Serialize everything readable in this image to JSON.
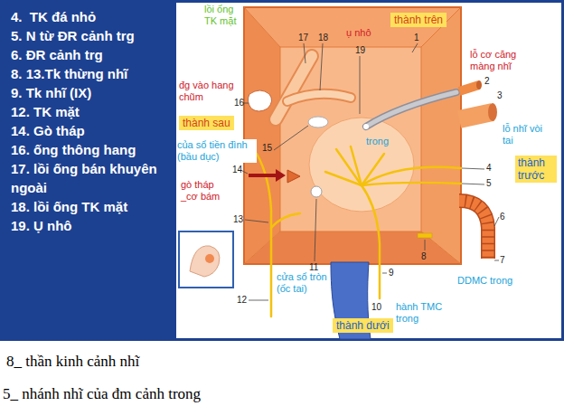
{
  "diagram": {
    "nodes": [
      {
        "text": [
          "4.  TK đá nhỏ",
          "5. N từ ĐR cảnh trg",
          "6. ĐR cảnh trg",
          "8. 13.Tk thừng nhĩ",
          "9. Tk nhĩ (IX)",
          "12. TK mặt",
          "14. Gò tháp",
          "16. ống thông hang",
          "17. lồi ống bán khuyên ngoài",
          "18. lồi ống TK mặt",
          "19. Ụ nhô"
        ]
      },
      {
        "text": [
          "thành trên"
        ]
      },
      {
        "text": [
          "thành trước"
        ]
      },
      {
        "text": [
          "thành sau"
        ]
      },
      {
        "text": [
          "thành dưới"
        ]
      }
    ],
    "labels": [
      "lồi ống TK mặt",
      "17",
      "18",
      "ụ nhô",
      "19",
      "1",
      "lỗ cơ căng màng nhĩ",
      "2",
      "3",
      "lỗ nhĩ vòi tai",
      "đg vào hang chũm",
      "16",
      "của sổ tiền đình (bầu dục)",
      "15",
      "trong",
      "14",
      "gò tháp _cơ bám",
      "4",
      "5",
      "13",
      "6",
      "7",
      "8",
      "11",
      "12",
      "cửa sổ tròn (ốc tai)",
      "DDMC trong",
      "9",
      "10",
      "hành TMC trong",
      "8_ thần kinh cảnh nhĩ",
      "5_ nhánh nhĩ của đm cảnh trong"
    ]
  }
}
